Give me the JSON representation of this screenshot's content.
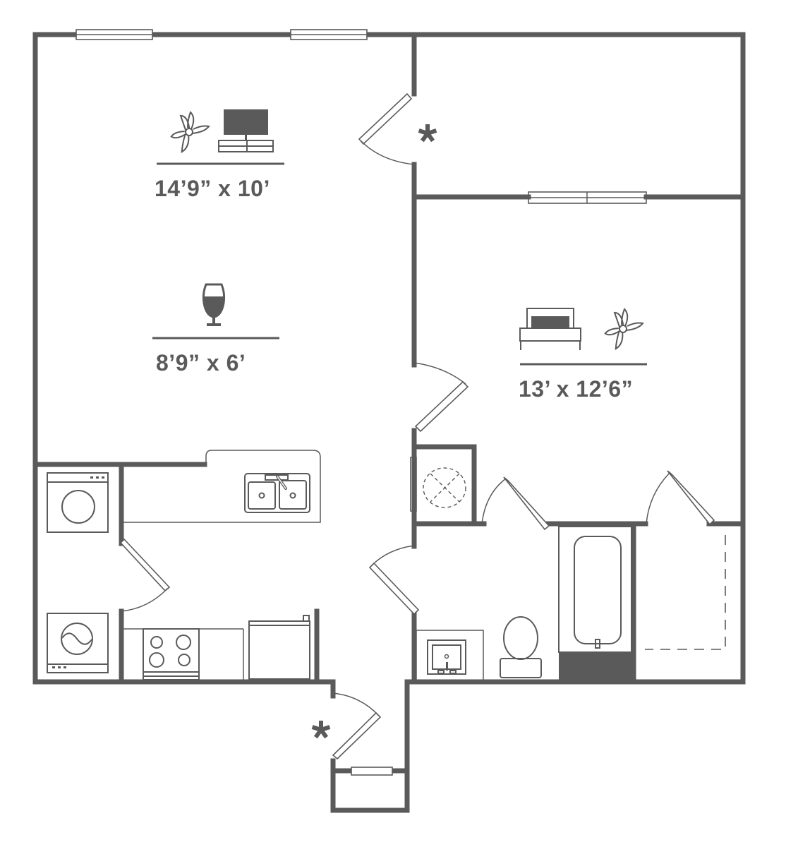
{
  "floorplan": {
    "colors": {
      "wall": "#5a5a5a",
      "background": "#ffffff"
    },
    "rooms": [
      {
        "id": "living-room",
        "dimensions": "14’9” x 10’",
        "icons": [
          "ceiling-fan-icon",
          "tv-stand-icon"
        ]
      },
      {
        "id": "dining-area",
        "dimensions": "8’9” x 6’",
        "icons": [
          "wine-glass-icon"
        ]
      },
      {
        "id": "bedroom",
        "dimensions": "13’ x 12’6”",
        "icons": [
          "bed-icon",
          "ceiling-fan-icon"
        ]
      },
      {
        "id": "kitchen",
        "icons": [
          "double-sink-icon",
          "range-icon",
          "refrigerator-icon"
        ]
      },
      {
        "id": "laundry",
        "icons": [
          "washer-icon",
          "dryer-icon"
        ]
      },
      {
        "id": "bathroom",
        "icons": [
          "vanity-sink-icon",
          "toilet-icon",
          "bathtub-icon"
        ]
      },
      {
        "id": "walk-in-closet"
      },
      {
        "id": "water-heater-closet",
        "icons": [
          "water-heater-icon"
        ]
      },
      {
        "id": "patio",
        "icons": [
          "asterisk-icon"
        ]
      },
      {
        "id": "entry-storage",
        "icons": [
          "asterisk-icon"
        ]
      }
    ]
  }
}
